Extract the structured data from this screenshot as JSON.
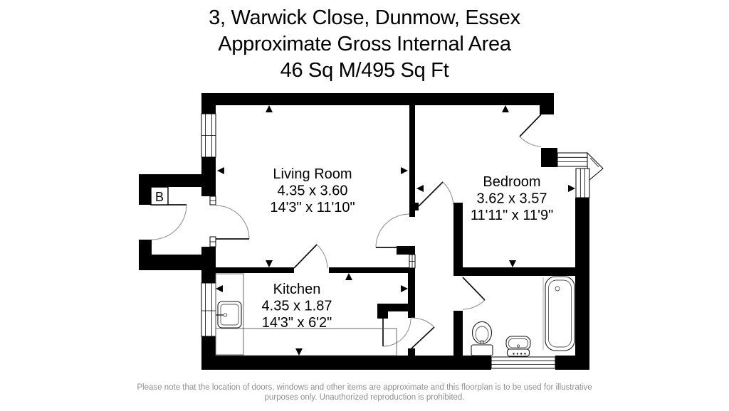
{
  "title": {
    "line1": "3, Warwick Close, Dunmow, Essex",
    "line2": "Approximate Gross Internal Area",
    "line3": "46 Sq M/495 Sq Ft"
  },
  "rooms": {
    "living_room": {
      "name": "Living Room",
      "metric": "4.35 x 3.60",
      "imperial": "14'3\" x 11'10\""
    },
    "bedroom": {
      "name": "Bedroom",
      "metric": "3.62 x 3.57",
      "imperial": "11'11\" x 11'9\""
    },
    "kitchen": {
      "name": "Kitchen",
      "metric": "4.35 x 1.87",
      "imperial": "14'3\" x 6'2\""
    }
  },
  "annotations": {
    "boiler_label": "B"
  },
  "footer": {
    "line1": "Please note that the location of doors, windows and other items are approximate and this floorplan is to be used for illustrative",
    "line2": "purposes only. Unauthorized reproduction is prohibited."
  },
  "colors": {
    "walls": "#000000",
    "door_arc": "#8a8a8a",
    "footer_text": "#8f8f8f",
    "background": "#ffffff"
  }
}
